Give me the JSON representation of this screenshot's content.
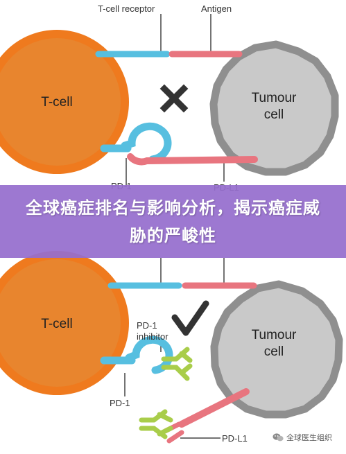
{
  "diagram": {
    "top_panel": {
      "tcell_receptor_label": "T-cell receptor",
      "antigen_label": "Antigen",
      "tcell_label": "T-cell",
      "tumour_label_line1": "Tumour",
      "tumour_label_line2": "cell",
      "pd1_label": "PD-1",
      "pdl1_label": "PD-L1"
    },
    "bottom_panel": {
      "tcell_label": "T-cell",
      "tumour_label_line1": "Tumour",
      "tumour_label_line2": "cell",
      "inhibitor_label_line1": "PD-1",
      "inhibitor_label_line2": "inhibitor",
      "pd1_label": "PD-1",
      "pdl1_label": "PD-L1"
    },
    "colors": {
      "tcell_fill": "#e8852e",
      "tcell_edge": "#ef7a1e",
      "tumour_fill": "#c9c9c9",
      "tumour_edge": "#8f8f8f",
      "receptor": "#57bfe0",
      "antigen": "#e8757f",
      "inhibitor": "#a9cd4a",
      "mark": "#333333"
    }
  },
  "banner": {
    "title": "全球癌症排名与影响分析，揭示癌症威胁的严峻性"
  },
  "watermark": {
    "text": "全球医生组织",
    "icon": "wechat-icon"
  }
}
